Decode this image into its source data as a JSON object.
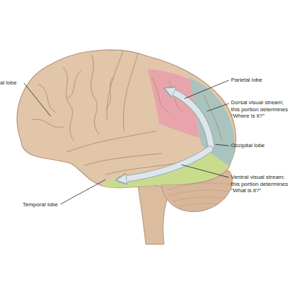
{
  "diagram": {
    "labels": [
      "al lobe",
      "Parietal lobe",
      "Dorsal visual stream; this portion determines “Where is it?”",
      "Occipital lobe",
      "Ventral visual stream; this portion determines “What is it?”",
      "Temporal lobe"
    ]
  }
}
